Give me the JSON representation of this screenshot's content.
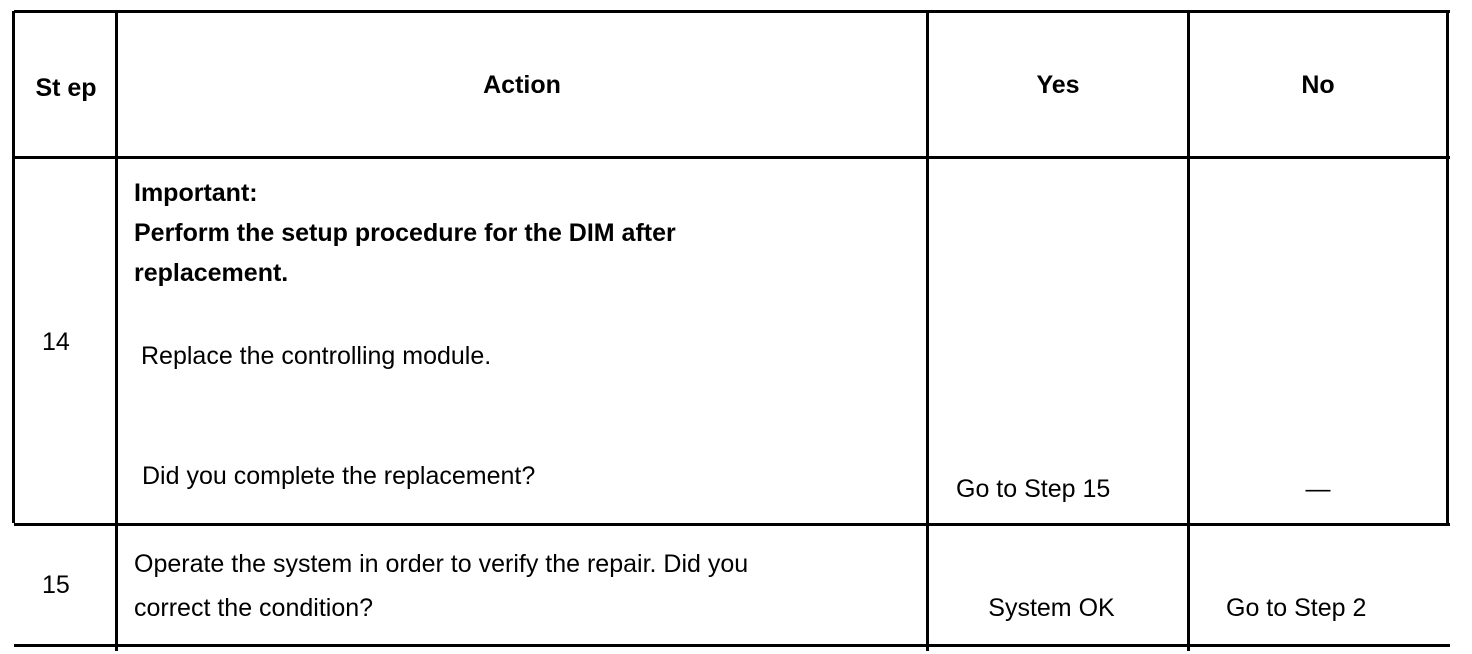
{
  "table": {
    "headers": {
      "step": "St ep",
      "action": "Action",
      "yes": "Yes",
      "no": "No"
    },
    "rows": [
      {
        "step": "14",
        "important_label": "Important:",
        "important_line1": "Perform the setup procedure for the DIM after",
        "important_line2": "replacement.",
        "action": "Replace the controlling module.",
        "question": "Did you complete the replacement?",
        "yes": "Go to Step 15",
        "no": "—"
      },
      {
        "step": "15",
        "action_line1": "Operate the system in order to verify the repair. Did you",
        "action_line2": "correct the condition?",
        "yes": "System OK",
        "no": "Go to Step 2"
      }
    ]
  }
}
